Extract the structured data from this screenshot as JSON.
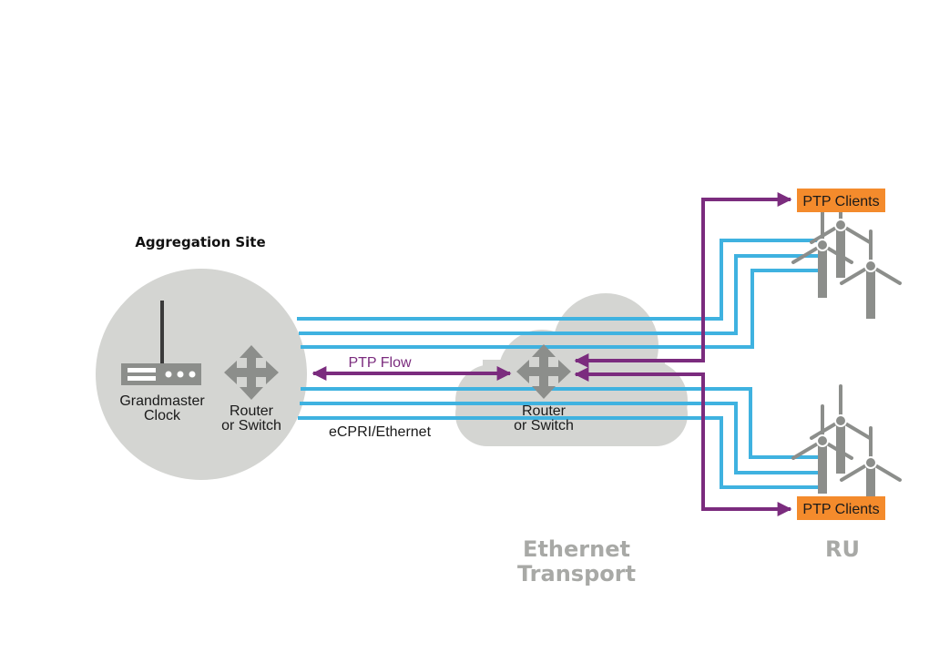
{
  "aggregation": {
    "title": "Aggregation Site",
    "grandmaster_line1": "Grandmaster",
    "grandmaster_line2": "Clock",
    "router_line1": "Router",
    "router_line2": "or Switch"
  },
  "links": {
    "ptp_flow": "PTP Flow",
    "ecpri": "eCPRI/Ethernet"
  },
  "transport": {
    "router_line1": "Router",
    "router_line2": "or Switch",
    "title_line1": "Ethernet",
    "title_line2": "Transport"
  },
  "ru": {
    "client_top": "PTP Clients",
    "client_bottom": "PTP Clients",
    "title": "RU"
  },
  "colors": {
    "ethernet": "#3fb2e0",
    "ptp": "#7b2c7e",
    "gray": "#d4d5d2",
    "icon_gray": "#8c8e8b",
    "client_orange": "#f48b2c",
    "caption_gray": "#a8a9a6"
  }
}
